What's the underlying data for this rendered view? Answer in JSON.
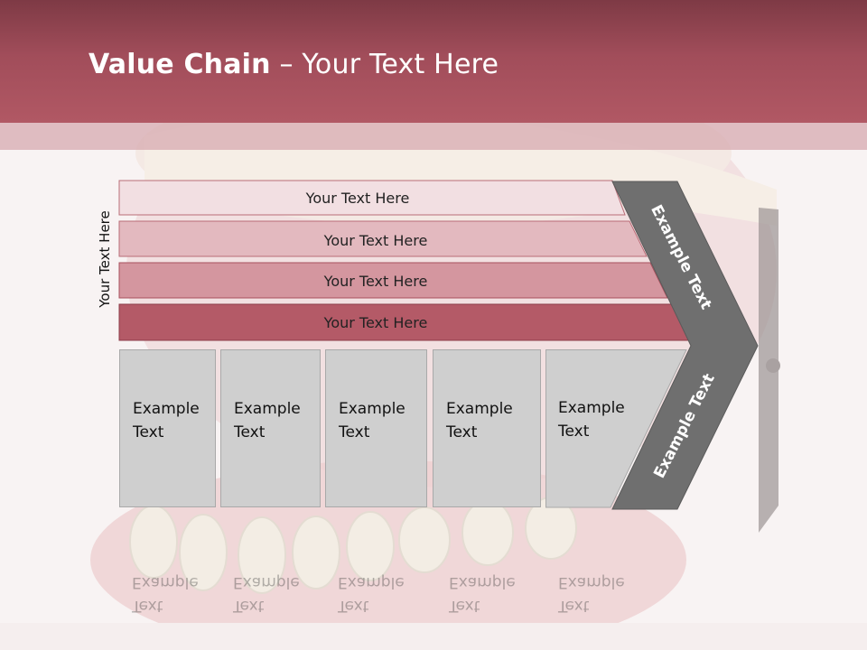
{
  "slide": {
    "title_bold": "Value Chain",
    "title_rest": " – Your Text Here",
    "side_label": "Your Text Here"
  },
  "bars": [
    {
      "label": "Your Text Here",
      "color": "#f2dfe2"
    },
    {
      "label": "Your Text Here",
      "color": "#e3b9bf"
    },
    {
      "label": "Your Text Here",
      "color": "#d4969f"
    },
    {
      "label": "Your Text Here",
      "color": "#b45a67"
    }
  ],
  "boxes": [
    {
      "line1": "Example",
      "line2": "Text"
    },
    {
      "line1": "Example",
      "line2": "Text"
    },
    {
      "line1": "Example",
      "line2": "Text"
    },
    {
      "line1": "Example",
      "line2": "Text"
    },
    {
      "line1": "Example",
      "line2": "Text"
    }
  ],
  "chevron": {
    "upper_label": "Example Text",
    "lower_label": "Example Text",
    "color": "#6f6f6f"
  },
  "colors": {
    "header": "#a14d5a",
    "box_fill": "#cfcfcf"
  }
}
